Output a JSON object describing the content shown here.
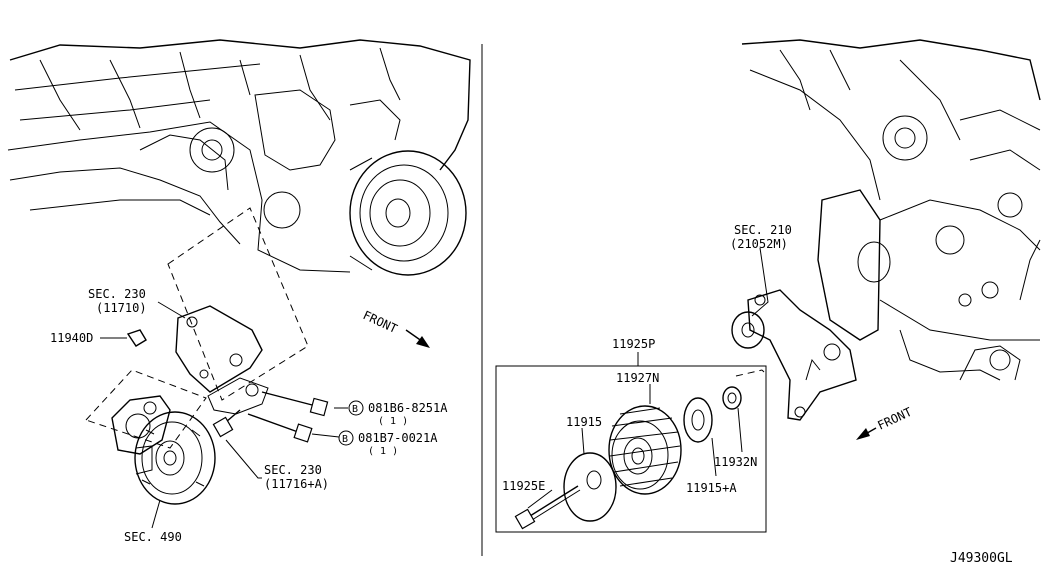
{
  "diagram": {
    "diagram_code": "J49300GL",
    "colors": {
      "line": "#000000",
      "background": "#ffffff"
    },
    "left_panel": {
      "labels": {
        "sec230_top": "SEC. 230",
        "sec230_top_ref": "(11710)",
        "part_11940d": "11940D",
        "front": "FRONT",
        "bolt_a_code": "081B6-8251A",
        "bolt_a_qty": "( 1 )",
        "bolt_b_code": "081B7-0021A",
        "bolt_b_qty": "( 1 )",
        "sec230_bottom": "SEC. 230",
        "sec230_bottom_ref": "(11716+A)",
        "sec490": "SEC. 490"
      },
      "callout_letter": "B"
    },
    "right_panel": {
      "labels": {
        "sec210": "SEC. 210",
        "sec210_ref": "(21052M)",
        "part_11925p": "11925P",
        "part_11927n": "11927N",
        "part_11915": "11915",
        "part_11925e": "11925E",
        "part_11915a": "11915+A",
        "part_11932n": "11932N",
        "front": "FRONT"
      }
    }
  }
}
